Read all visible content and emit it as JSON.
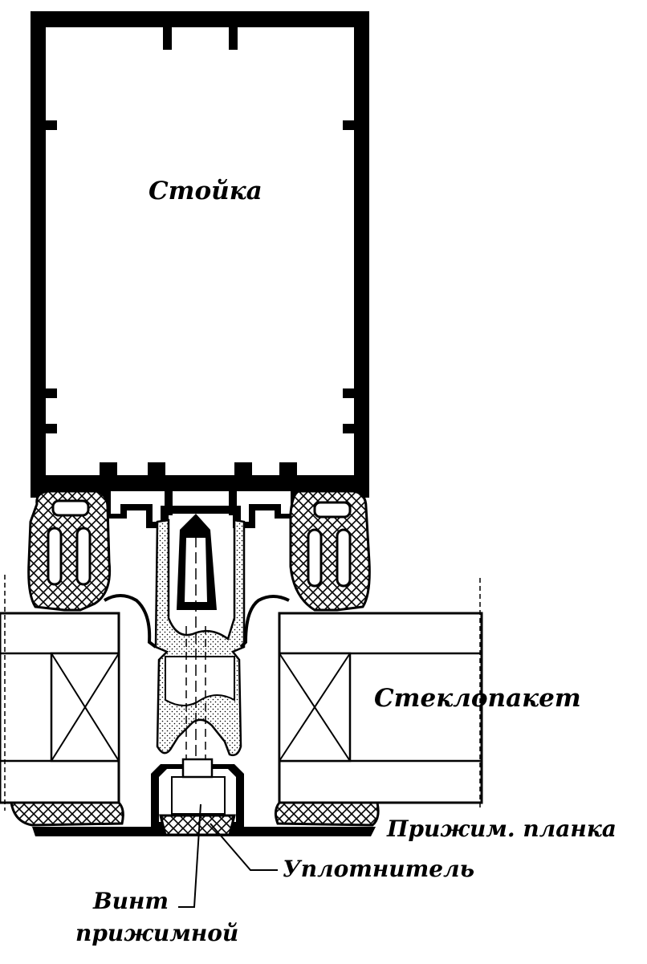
{
  "labels": {
    "post": "Стойка",
    "glass_unit": "Стеклопакет",
    "pressure_plate": "Прижим. планка",
    "seal": "Уплотнитель",
    "screw_line1": "Винт",
    "screw_line2": "прижимной"
  },
  "colors": {
    "ink": "#000000",
    "paper": "#ffffff"
  }
}
